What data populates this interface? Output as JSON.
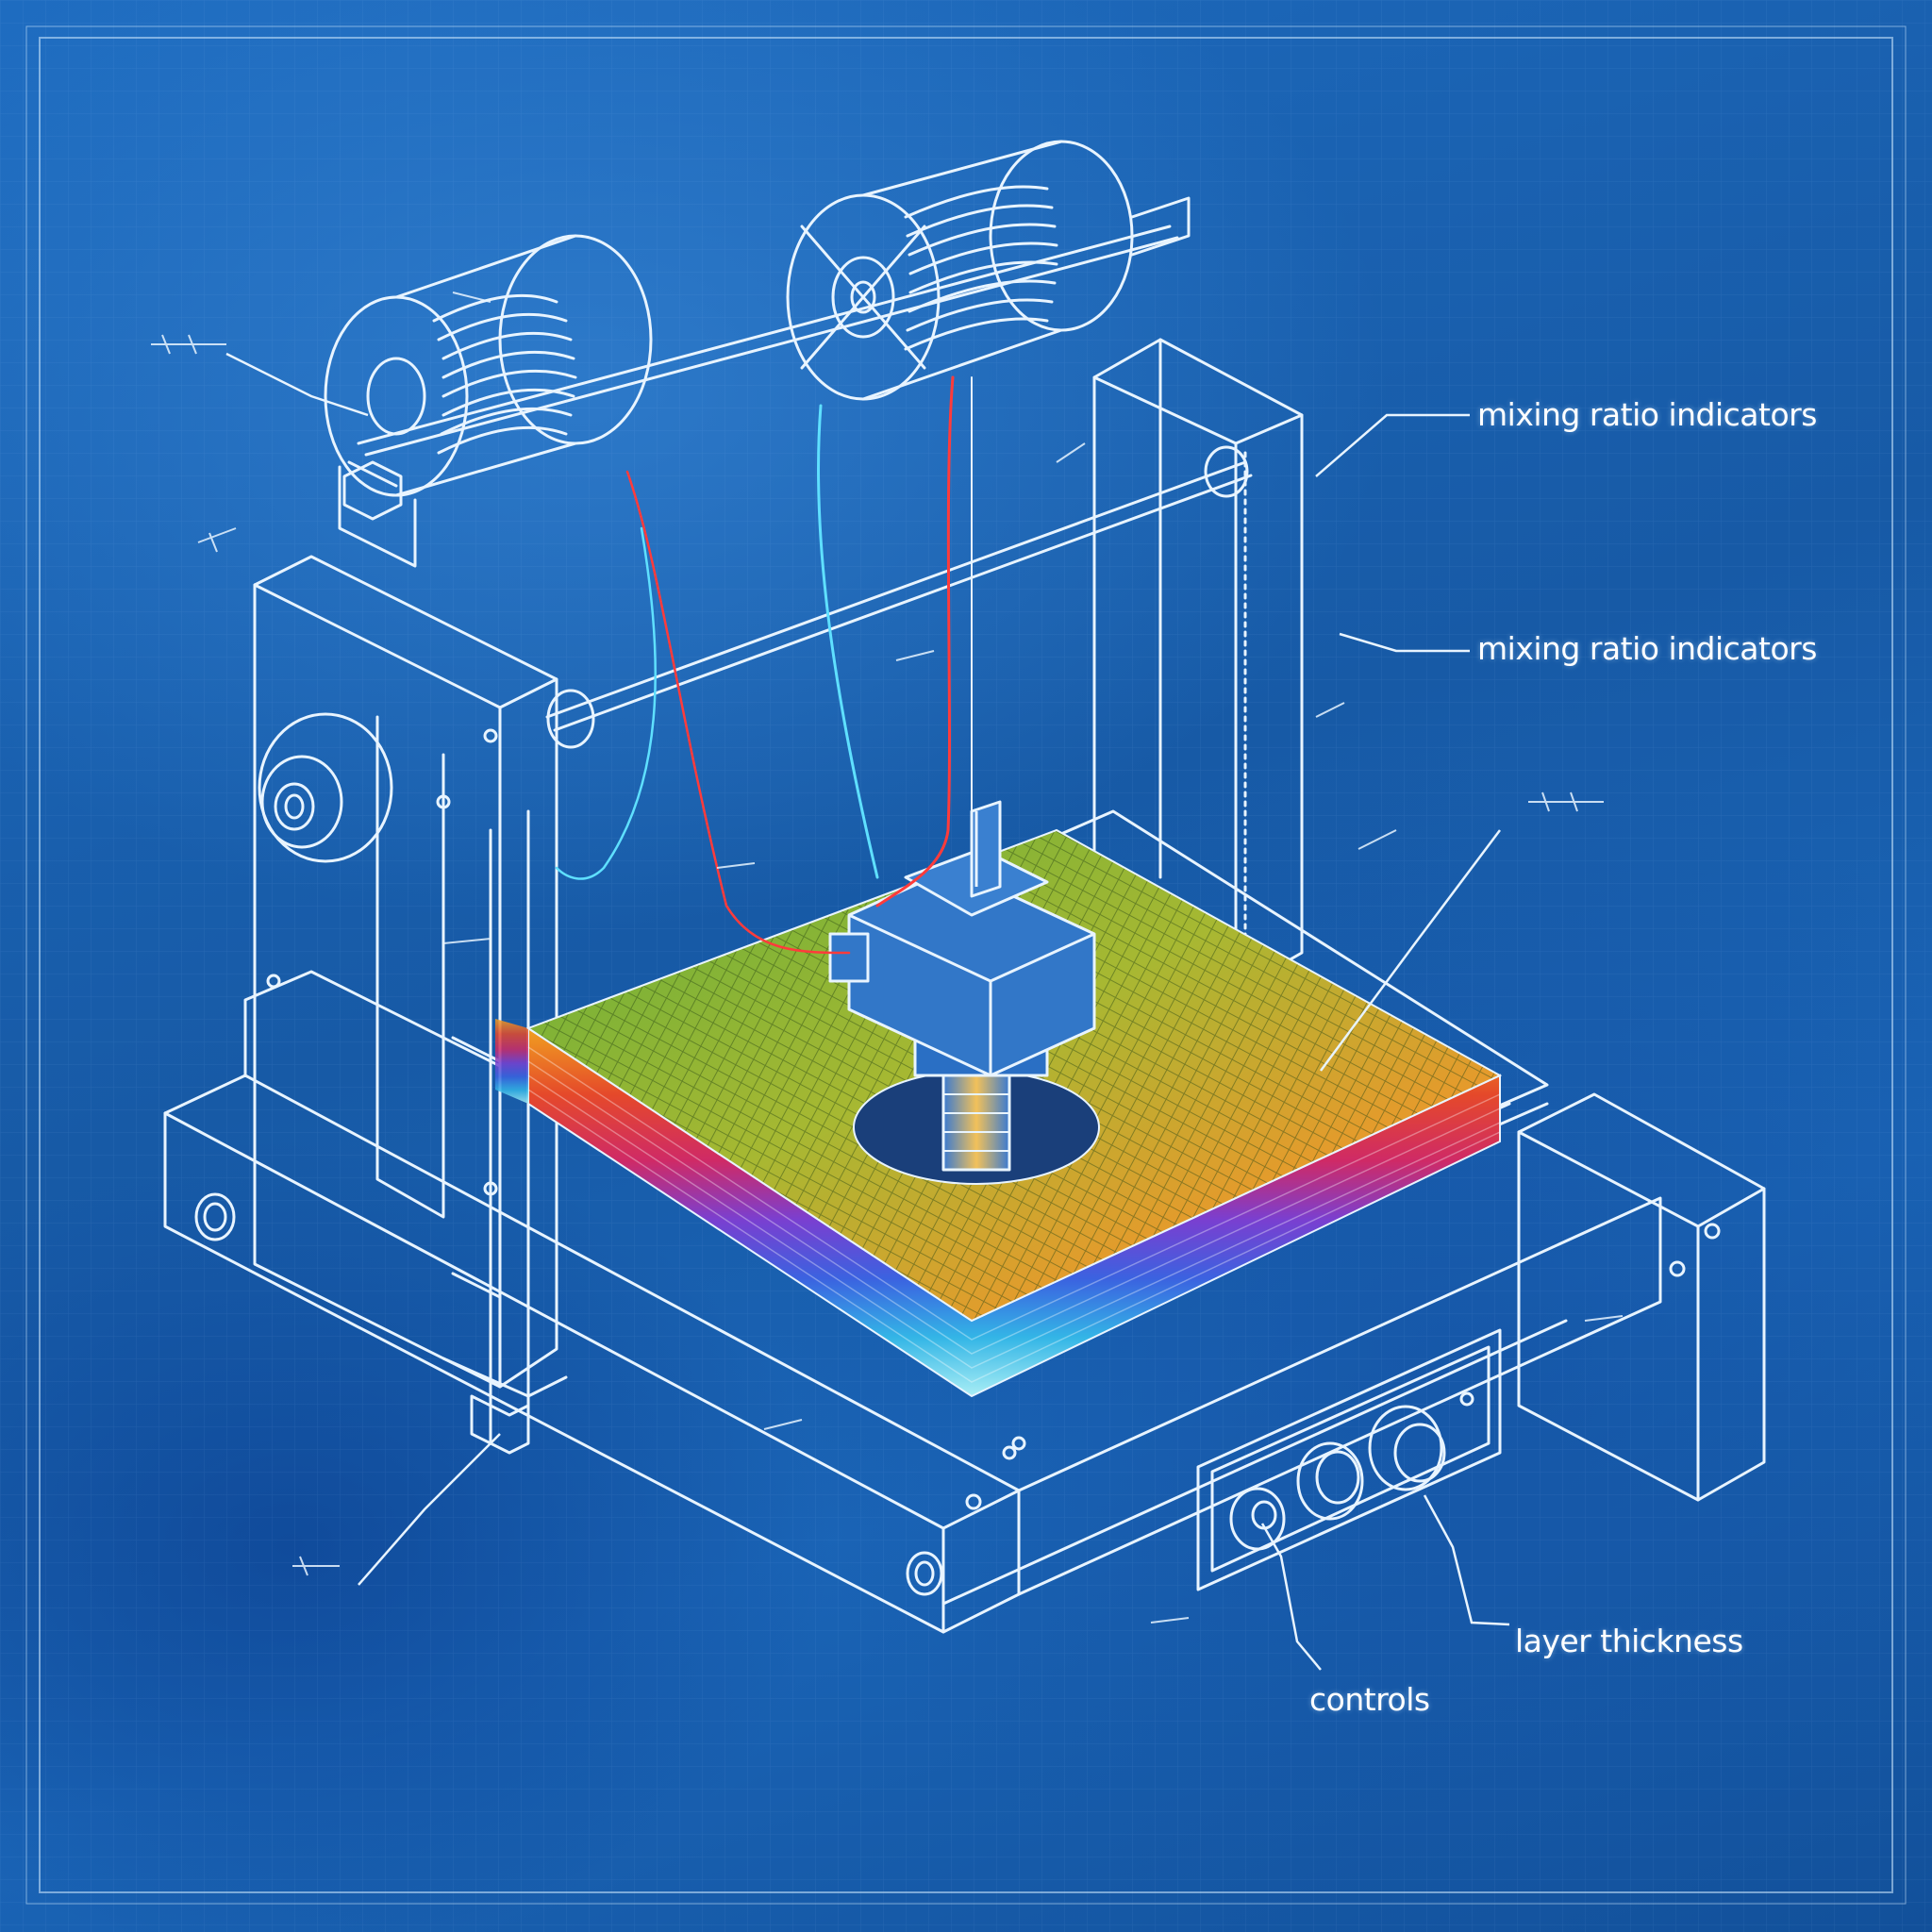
{
  "callouts": [
    {
      "text": "mixing ratio indicators"
    },
    {
      "text": "mixing ratio indicators"
    },
    {
      "text": "layer thickness"
    },
    {
      "text": "controls"
    }
  ],
  "colors": {
    "paper": "#1a5fae",
    "ink": "#e8f4ff",
    "filament_red": "#ff3b3b",
    "filament_cyan": "#5fe0ff",
    "print_top_green": "#7ac043",
    "print_top_orange": "#f08a2a"
  },
  "print_layer_colors": [
    "#f5a623",
    "#e8542b",
    "#d0255c",
    "#9a3ac7",
    "#4a4fd8",
    "#2f8fe0",
    "#3fc8e8",
    "#8fe8f0"
  ]
}
